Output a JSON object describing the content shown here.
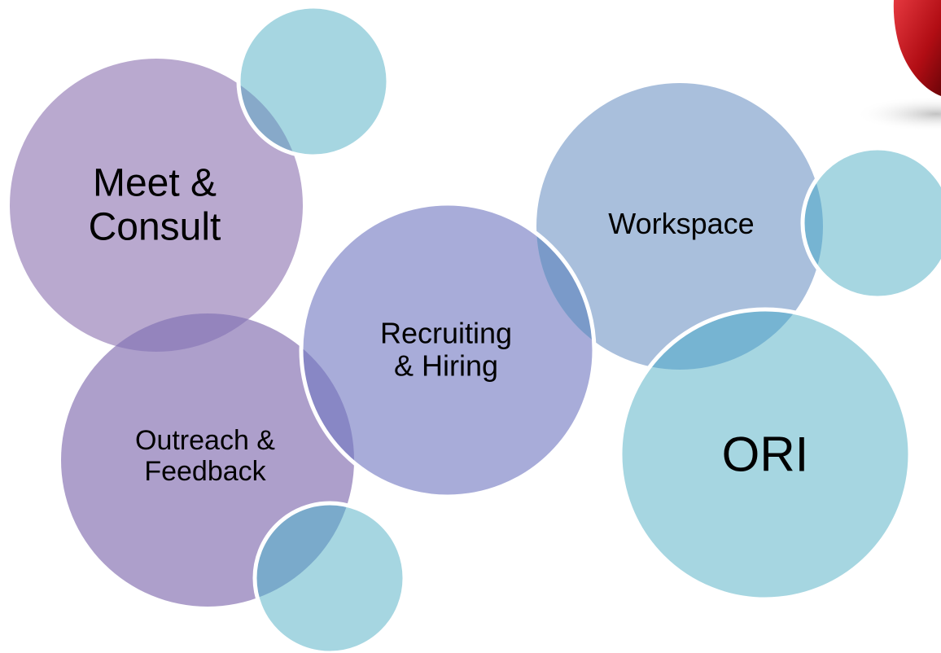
{
  "colors": {
    "purple_large": "#b9a9cf",
    "purple_outreach": "#ad9fcb",
    "periwinkle": "#a8acd9",
    "steel_blue": "#a9bfdc",
    "light_cyan": "#a6d6e1",
    "overlap_purple": "#9484bd",
    "overlap_blue": "#7a9ac9",
    "overlap_cyan": "#76b4d2",
    "ring": "#ffffff",
    "logo_red": "#c0121a"
  },
  "nodes": {
    "meet_consult": {
      "line1": "Meet &",
      "line2": "Consult"
    },
    "outreach_feedback": {
      "line1": "Outreach &",
      "line2": "Feedback"
    },
    "recruiting_hiring": {
      "line1": "Recruiting",
      "line2": "& Hiring"
    },
    "workspace": {
      "label": "Workspace"
    },
    "ori": {
      "label": "ORI"
    }
  },
  "logo": {
    "icon": "red-swoosh-logo-icon"
  }
}
